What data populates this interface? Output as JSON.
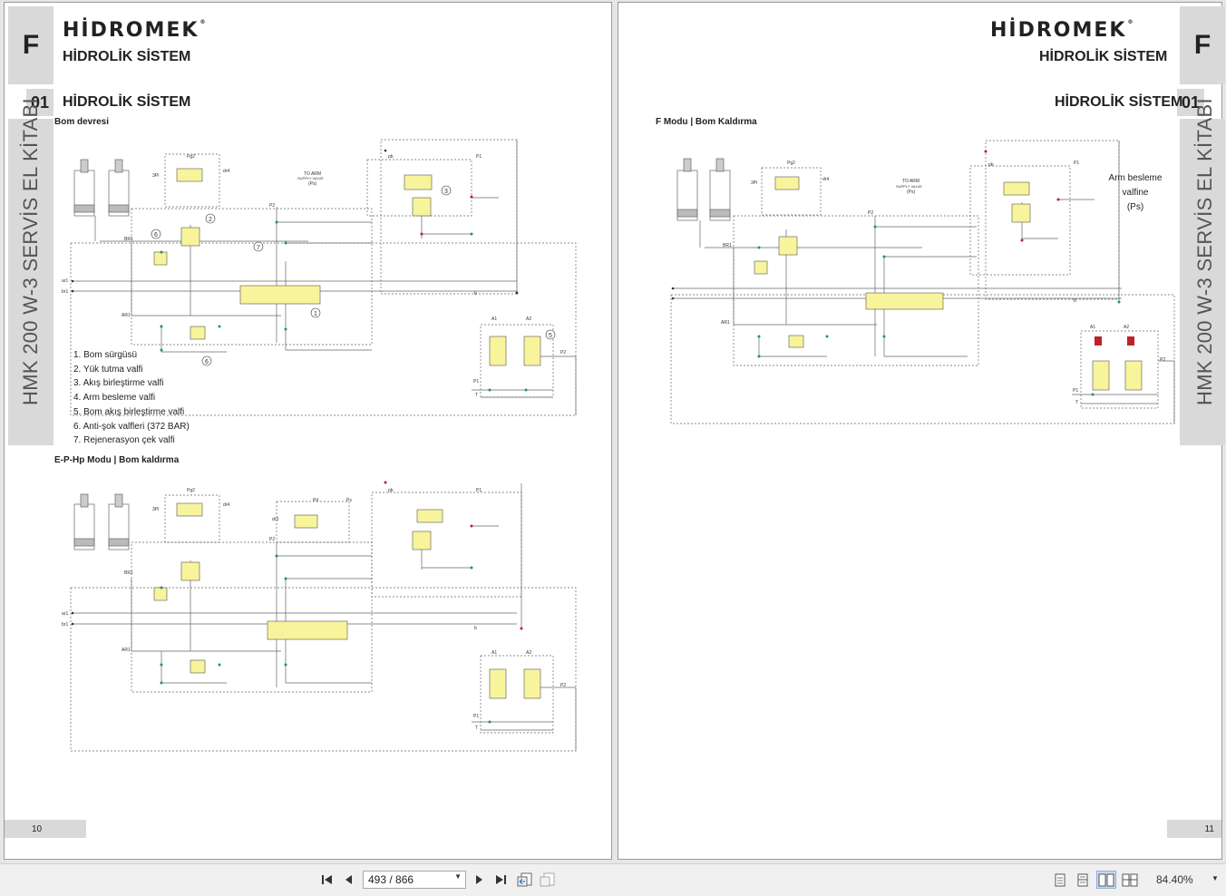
{
  "document": {
    "brand": "HİDROMEK",
    "section_title": "HİDROLİK SİSTEM",
    "chapter_letter": "F",
    "section_number": "01",
    "side_title": "HMK 200 W-3 SERVİS EL KİTABI"
  },
  "left_page": {
    "subsection_title": "HİDROLİK SİSTEM",
    "caption_1": "Bom devresi",
    "caption_2": "E-P-Hp Modu | Bom kaldırma",
    "legend": [
      "1. Bom sürgüsü",
      "2. Yük tutma valfi",
      "3. Akış birleştirme valfi",
      "4. Arm besleme valfi",
      "5. Bom akış birleştirme valfi",
      "6. Anti-şok valfleri (372 BAR)",
      "7. Rejenerasyon çek valfi"
    ],
    "page_number": "10"
  },
  "right_page": {
    "subsection_title": "HİDROLİK SİSTEM",
    "caption": "F Modu | Bom Kaldırma",
    "arm_note": [
      "Arm besleme",
      "valfine",
      "(Ps)"
    ],
    "page_number": "11"
  },
  "diagram_labels": {
    "pg2": "Pg2",
    "dr4": "dr4",
    "threepi": "3Pi",
    "to_arm": "TO ARM",
    "supply_valve": "SUPPLY VALVE",
    "ps": "(Ps)",
    "pb": "pb",
    "p1": "P1",
    "p2": "P2",
    "br1": "BR1",
    "ar1": "AR1",
    "ar1_port": "ar1",
    "br1_port": "br1",
    "b_port": "b",
    "a1": "A1",
    "a2": "A2",
    "t": "T",
    "pd": "Pd",
    "ps2": "Ps",
    "dr3": "dr3",
    "callouts": [
      "1",
      "2",
      "3",
      "5",
      "6",
      "6",
      "7"
    ]
  },
  "toolbar": {
    "page_indicator": "493 / 866",
    "zoom_level": "84.40%"
  },
  "colors": {
    "valve_fill": "#f7f49b",
    "line": "#555555",
    "dot_green": "#2a8a7a",
    "dot_red": "#c0202a",
    "gray_box": "#d9d9d9",
    "active_view": "#c9d9ee"
  }
}
